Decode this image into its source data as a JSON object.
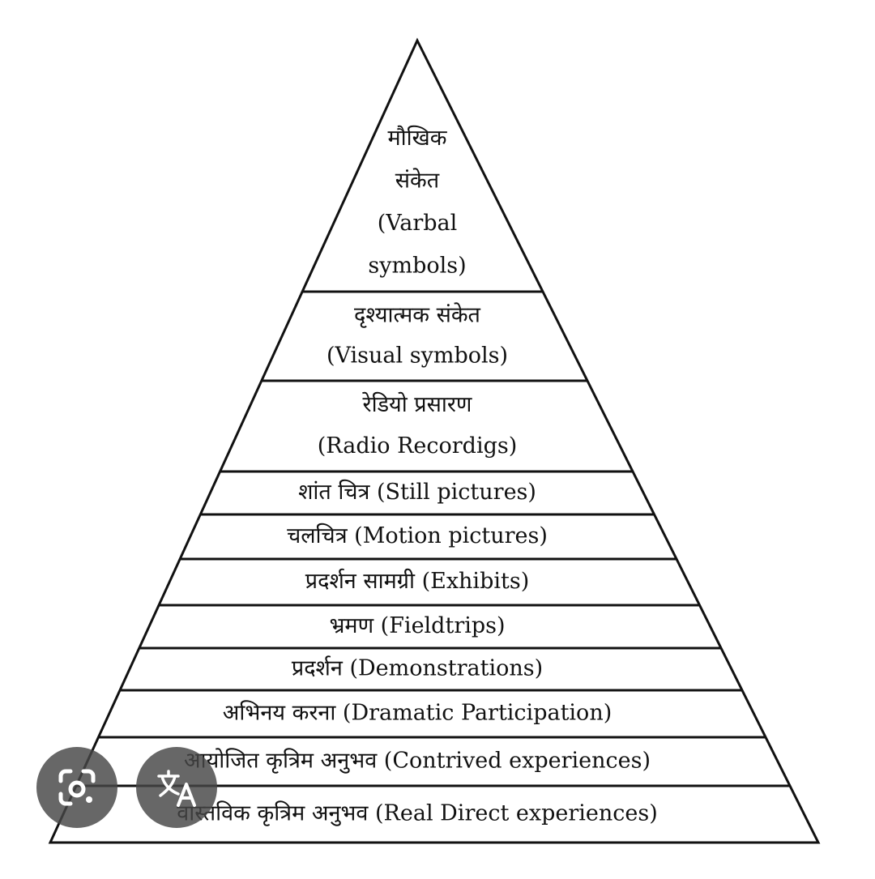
{
  "diagram": {
    "levels": [
      {
        "lines": [
          "मौखिक",
          "संकेत",
          "(Varbal",
          "symbols)"
        ]
      },
      {
        "lines": [
          "दृश्यात्मक संकेत",
          "(Visual symbols)"
        ]
      },
      {
        "lines": [
          "रेडियो प्रसारण",
          "(Radio Recordigs)"
        ]
      },
      {
        "lines": [
          "शांत चित्र (Still pictures)"
        ]
      },
      {
        "lines": [
          "चलचित्र (Motion pictures)"
        ]
      },
      {
        "lines": [
          "प्रदर्शन सामग्री (Exhibits)"
        ]
      },
      {
        "lines": [
          "भ्रमण (Fieldtrips)"
        ]
      },
      {
        "lines": [
          "प्रदर्शन (Demonstrations)"
        ]
      },
      {
        "lines": [
          "अभिनय करना (Dramatic Participation)"
        ]
      },
      {
        "lines": [
          "आयोजित कृत्रिम अनुभव (Contrived experiences)"
        ]
      },
      {
        "lines": [
          "वास्तविक कृत्रिम अनुभव (Real Direct experiences)"
        ]
      }
    ]
  },
  "overlay": {
    "lens_icon": "google-lens-icon",
    "translate_icon": "translate-icon",
    "button_color": "#464646"
  }
}
